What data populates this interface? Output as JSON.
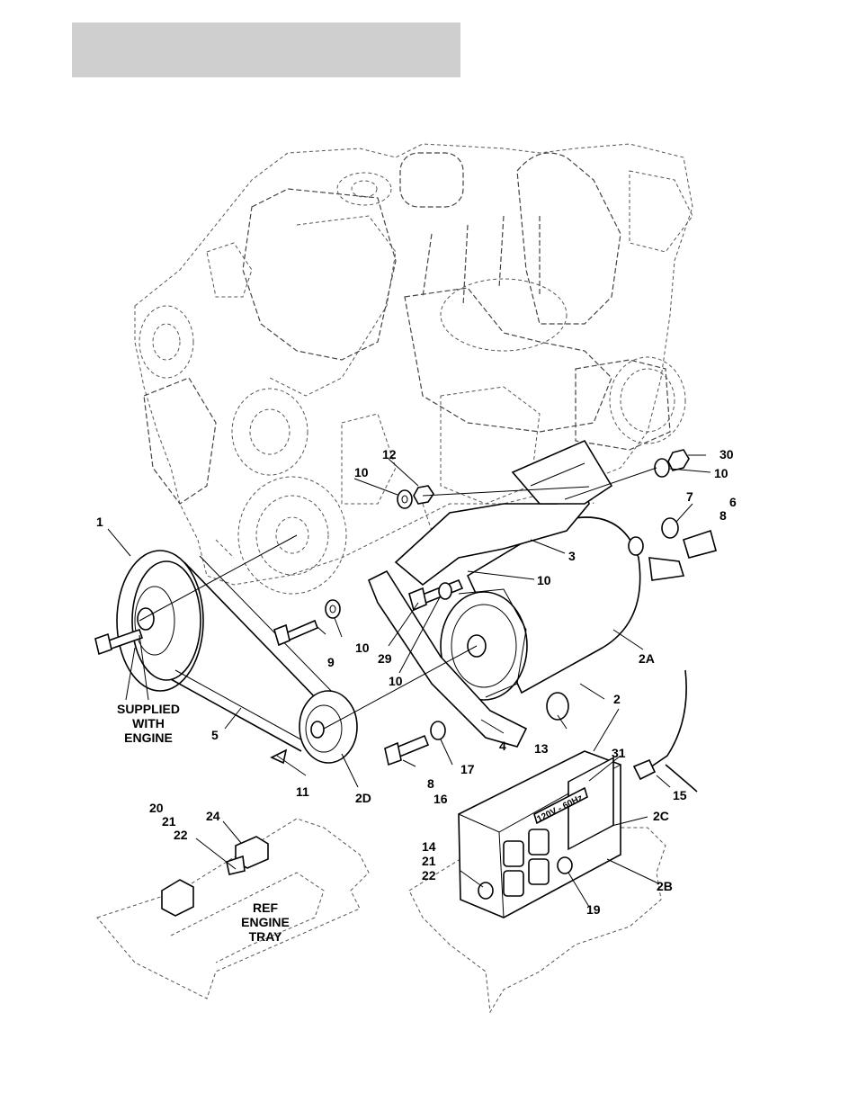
{
  "callouts": {
    "c1": "1",
    "c2": "2",
    "c2a": "2A",
    "c2b": "2B",
    "c2c": "2C",
    "c2d": "2D",
    "c3": "3",
    "c4": "4",
    "c5": "5",
    "c6": "6",
    "c7": "7",
    "c8a": "8",
    "c8b": "8",
    "c9": "9",
    "c10a": "10",
    "c10b": "10",
    "c10c": "10",
    "c10d": "10",
    "c10e": "10",
    "c11": "11",
    "c12": "12",
    "c13": "13",
    "c14": "14",
    "c15": "15",
    "c16": "16",
    "c17": "17",
    "c19": "19",
    "c20": "20",
    "c21a": "21",
    "c21b": "21",
    "c22a": "22",
    "c22b": "22",
    "c24": "24",
    "c29": "29",
    "c30": "30",
    "c31": "31"
  },
  "notes": {
    "supplied_line1": "SUPPLIED",
    "supplied_line2": "WITH",
    "supplied_line3": "ENGINE",
    "ref_line1": "REF",
    "ref_line2": "ENGINE",
    "ref_line3": "TRAY",
    "voltage_label": "120V - 60Hz"
  }
}
